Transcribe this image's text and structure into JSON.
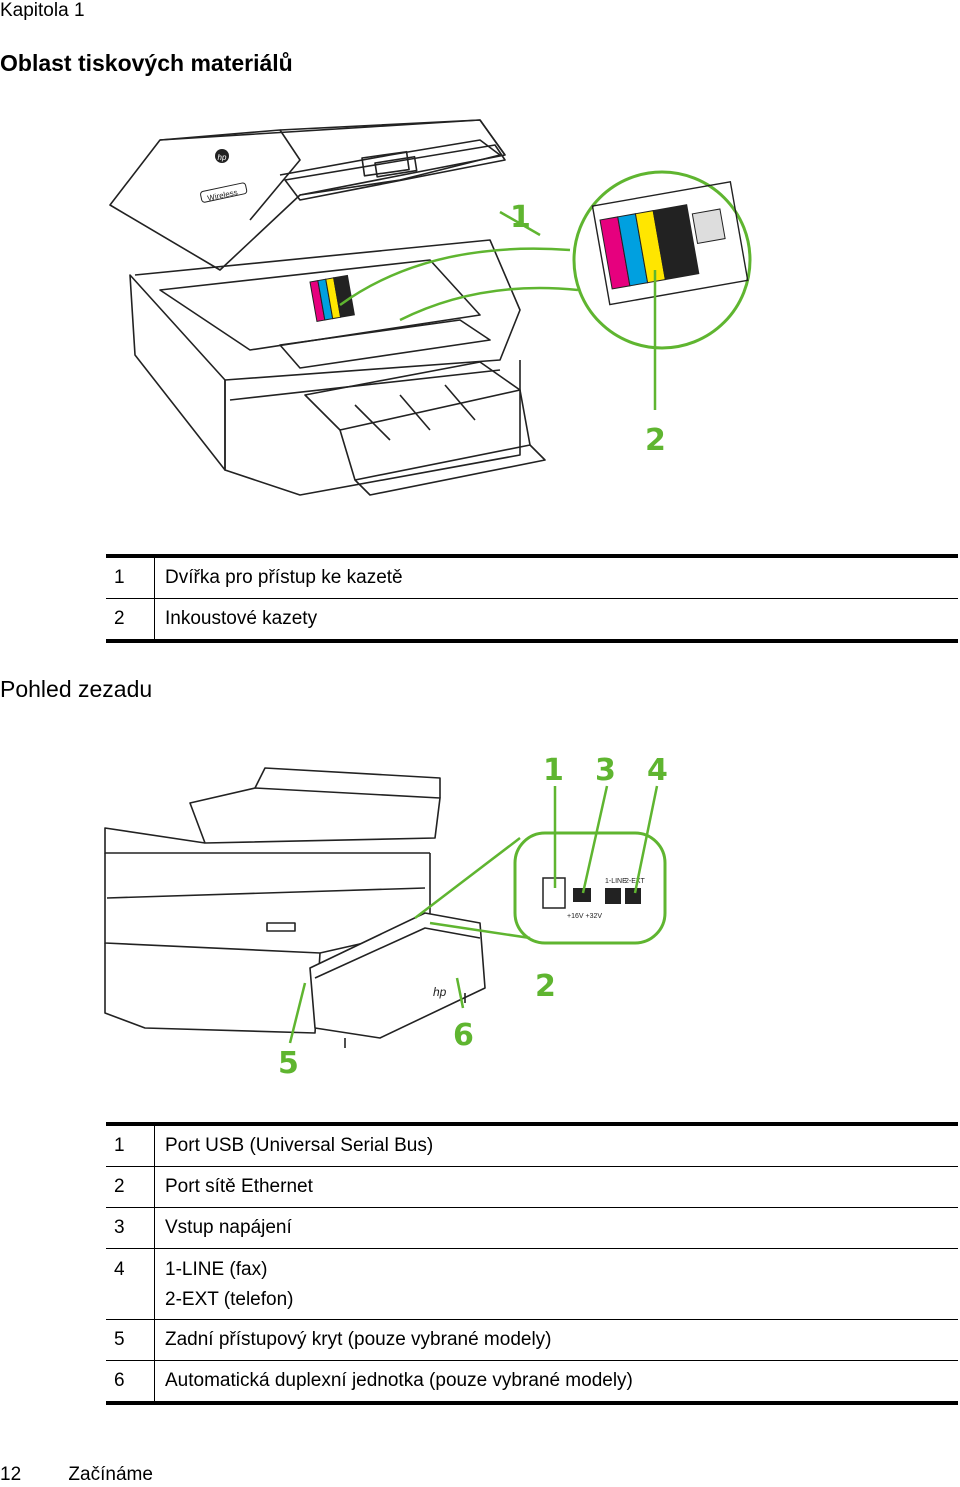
{
  "header": {
    "chapter": "Kapitola 1"
  },
  "section1": {
    "title": "Oblast tiskových materiálů",
    "figure": {
      "callouts": [
        "1",
        "2"
      ],
      "printer_brand": "hp",
      "wireless_label": "Wireless"
    },
    "legend": [
      {
        "num": "1",
        "text": "Dvířka pro přístup ke kazetě"
      },
      {
        "num": "2",
        "text": "Inkoustové kazety"
      }
    ]
  },
  "section2": {
    "title": "Pohled zezadu",
    "figure": {
      "callouts": [
        "1",
        "3",
        "4",
        "2",
        "5",
        "6"
      ],
      "printer_brand": "hp",
      "port_labels": {
        "line": "1-LINE",
        "ext": "2-EXT",
        "power": "+16V  +32V"
      }
    },
    "legend": [
      {
        "num": "1",
        "text": "Port USB (Universal Serial Bus)"
      },
      {
        "num": "2",
        "text": "Port sítě Ethernet"
      },
      {
        "num": "3",
        "text": "Vstup napájení"
      },
      {
        "num": "4",
        "text": "1-LINE (fax)",
        "text2": "2-EXT (telefon)"
      },
      {
        "num": "5",
        "text": "Zadní přístupový kryt (pouze vybrané modely)"
      },
      {
        "num": "6",
        "text": "Automatická duplexní jednotka (pouze vybrané modely)"
      }
    ]
  },
  "footer": {
    "page_number": "12",
    "chapter_title": "Začínáme"
  },
  "colors": {
    "callout": "#5fb530",
    "magenta": "#e6007e",
    "cyan": "#00a0e0",
    "yellow": "#ffe600",
    "black": "#000000"
  }
}
